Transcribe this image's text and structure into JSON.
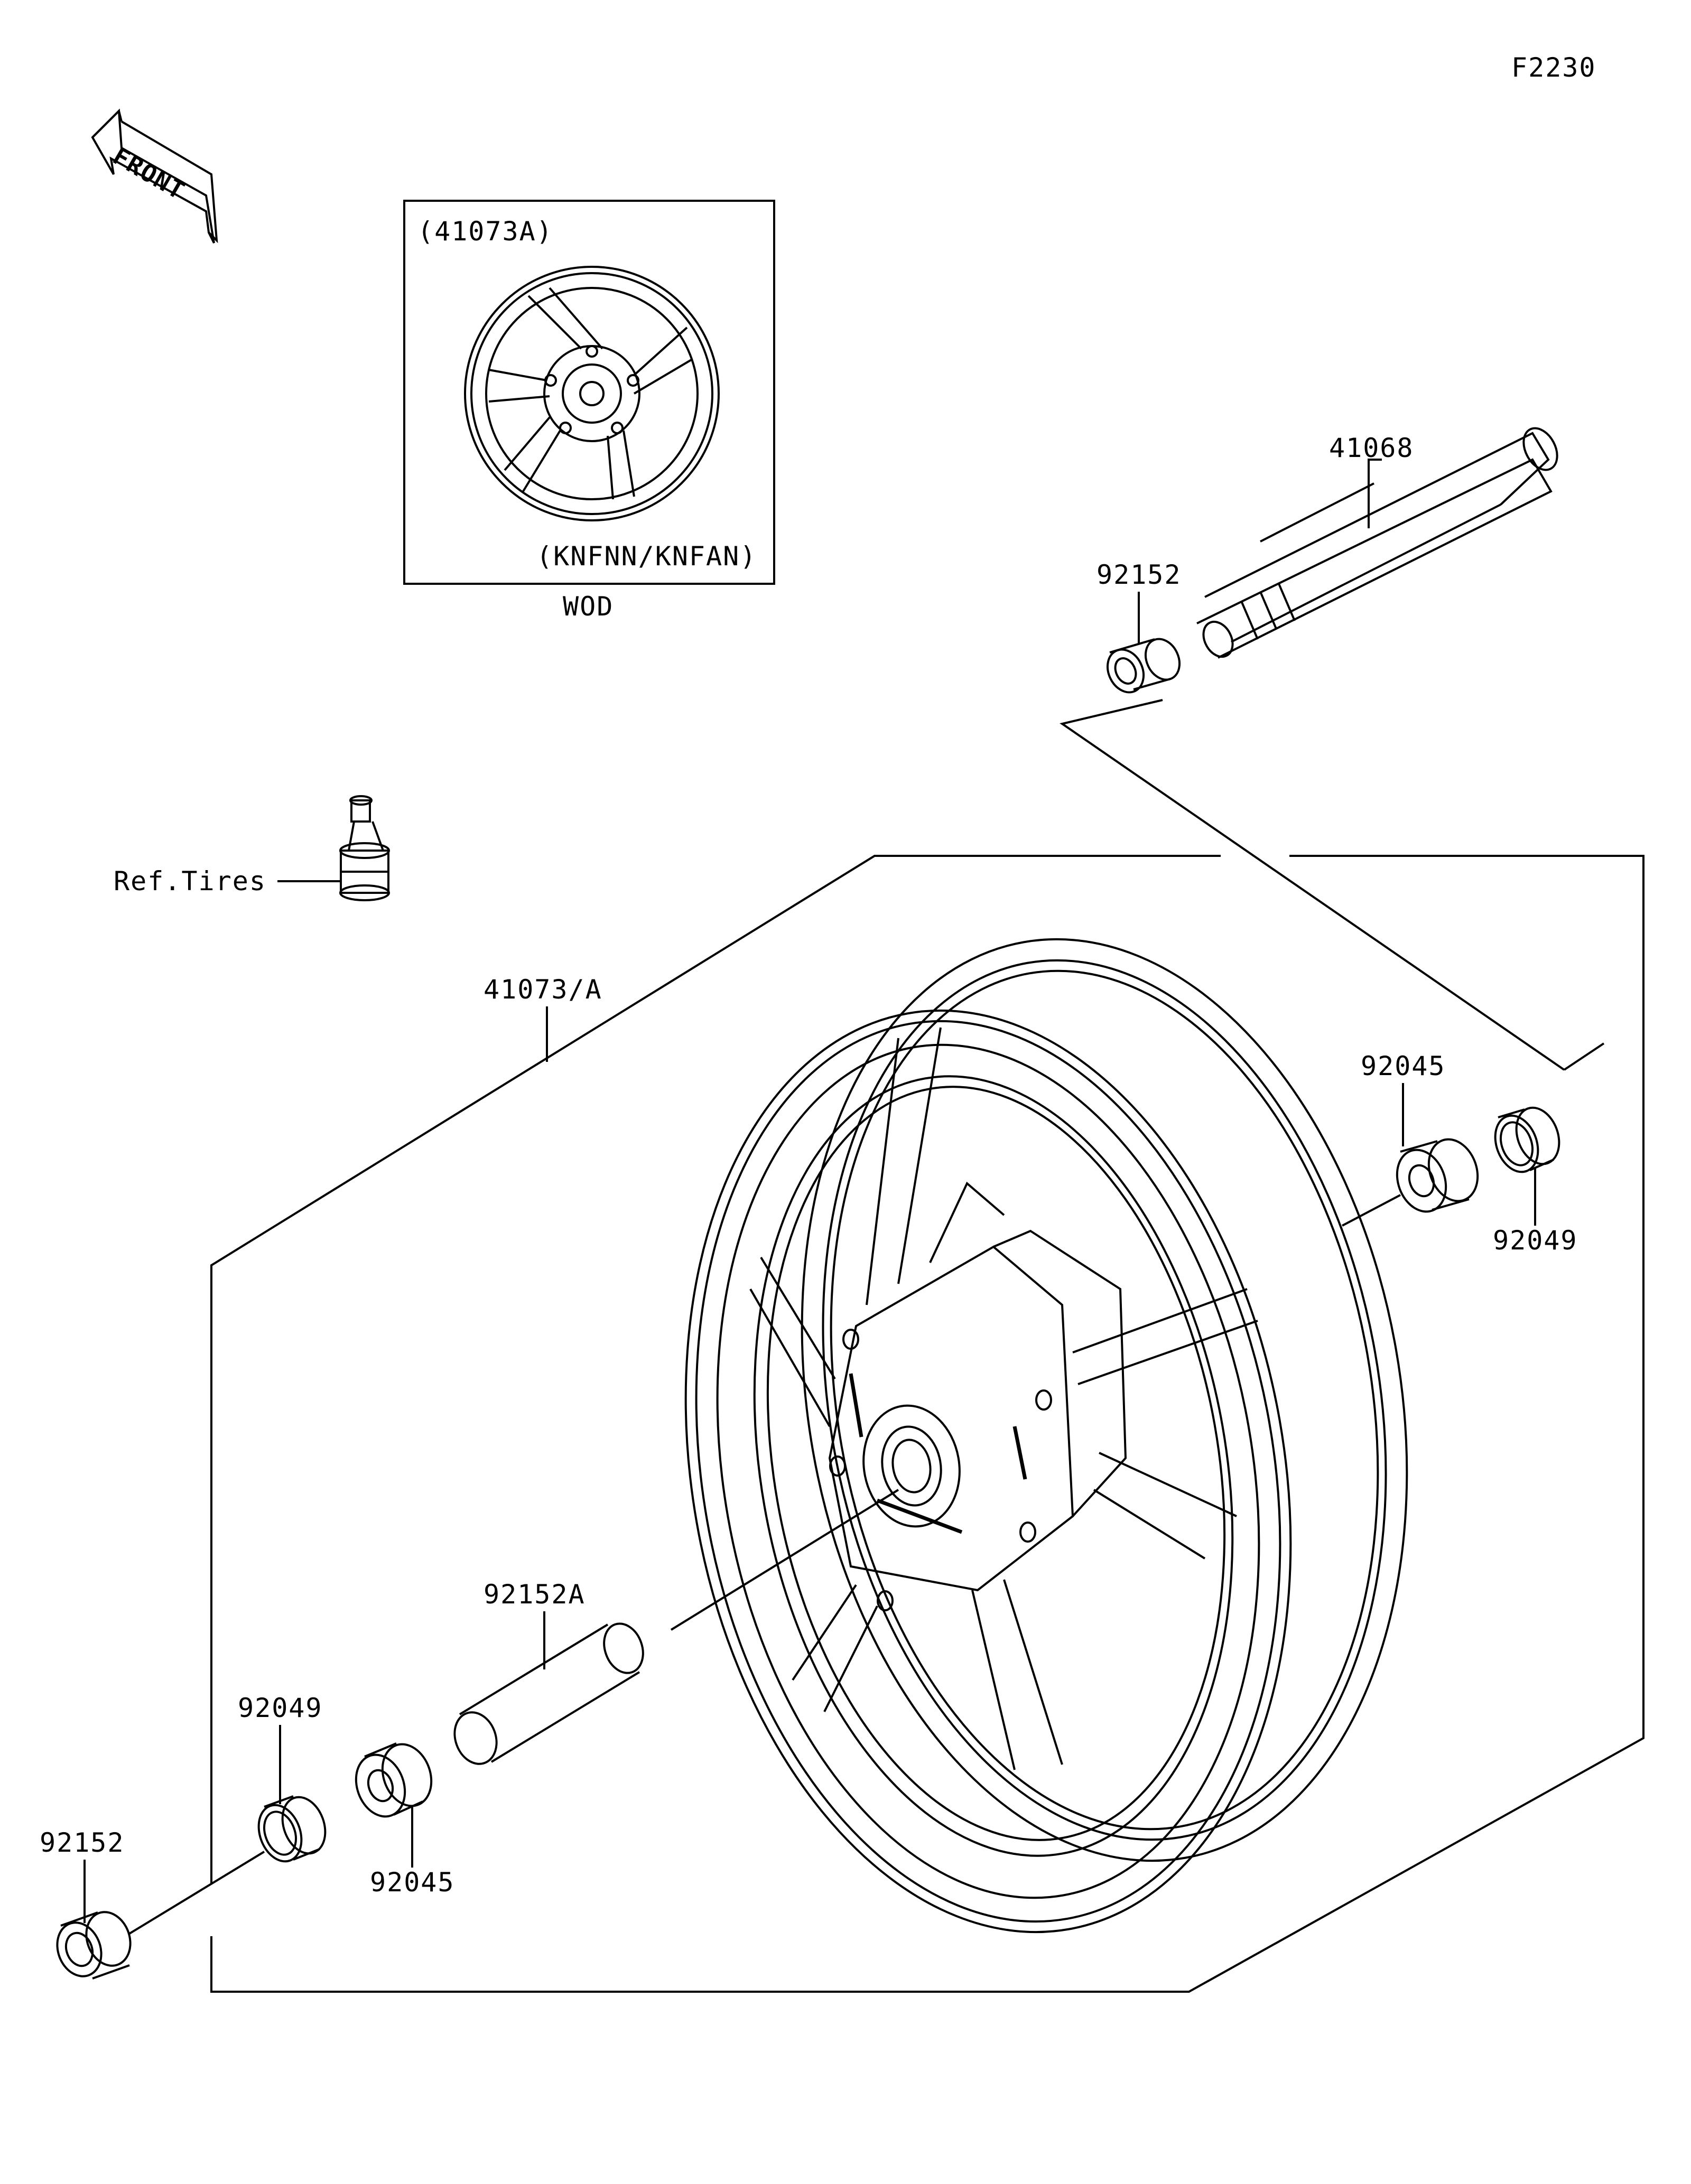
{
  "figure_code": "F2230",
  "front_label": "FRONT",
  "inset": {
    "part": "(41073A)",
    "model": "(KNFNN/KNFAN)",
    "caption": "WOD"
  },
  "callouts": {
    "axle": "41068",
    "collar_top": "92152",
    "valve": "Ref.Tires",
    "wheel": "41073/A",
    "bearing_right": "92045",
    "seal_right": "92049",
    "spacer": "92152A",
    "seal_left": "92049",
    "collar_left": "92152",
    "bearing_left": "92045"
  }
}
